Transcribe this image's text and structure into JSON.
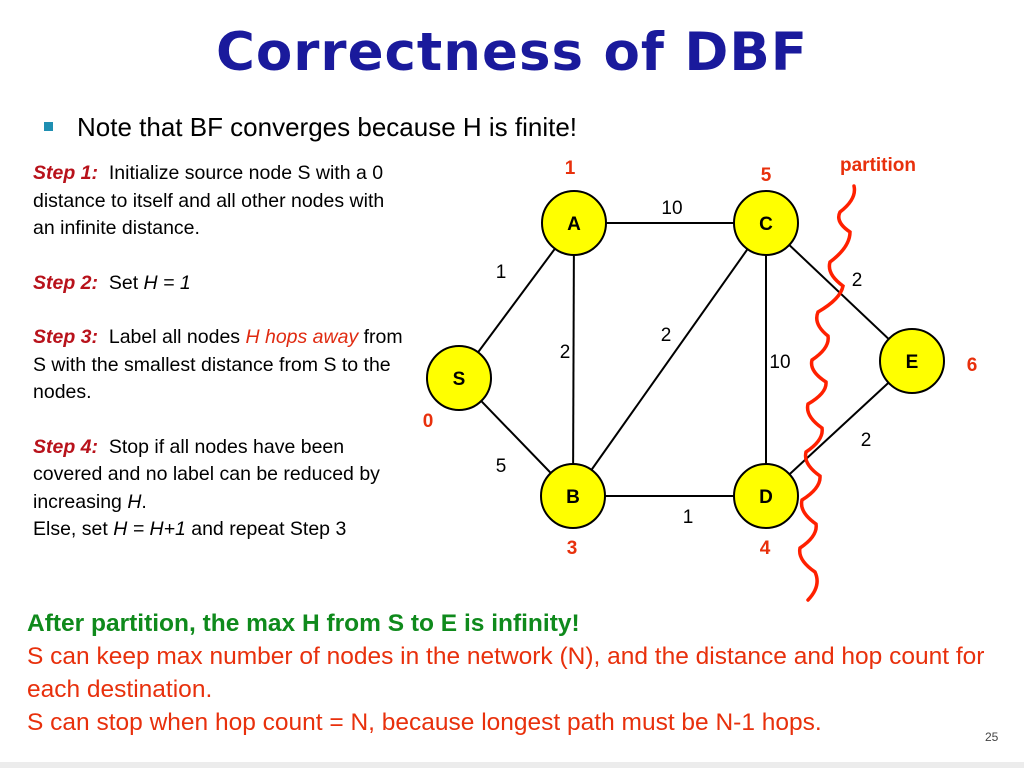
{
  "title": "Correctness of DBF",
  "bullet": "Note that BF converges because H is finite!",
  "steps": [
    {
      "label": "Step 1:",
      "parts": [
        {
          "text": "Initialize source node S with a 0 distance to itself and all other  nodes with an infinite distance.",
          "style": ""
        }
      ]
    },
    {
      "label": "Step 2:",
      "parts": [
        {
          "text": "Set ",
          "style": ""
        },
        {
          "text": "H = 1",
          "style": "it"
        }
      ]
    },
    {
      "label": "Step 3:",
      "parts": [
        {
          "text": "Label all nodes ",
          "style": ""
        },
        {
          "text": "H hops away",
          "style": "red-it"
        },
        {
          "text": "  from S with the smallest distance from S to the nodes.",
          "style": ""
        }
      ]
    },
    {
      "label": "Step 4:",
      "parts": [
        {
          "text": "Stop if all nodes have been covered and no label can be reduced by increasing ",
          "style": ""
        },
        {
          "text": "H",
          "style": "it"
        },
        {
          "text": ".",
          "style": ""
        },
        {
          "text": "Else, set ",
          "style": "",
          "newline": true
        },
        {
          "text": "H = H+1",
          "style": "it"
        },
        {
          "text": " and repeat Step 3",
          "style": ""
        }
      ]
    }
  ],
  "graph": {
    "node_fill": "#ffff00",
    "label_color": "#e8300c",
    "partition_color": "#ff2000",
    "partition_label": "partition",
    "nodes": [
      {
        "id": "S",
        "name": "S",
        "label": "0"
      },
      {
        "id": "A",
        "name": "A",
        "label": "1"
      },
      {
        "id": "B",
        "name": "B",
        "label": "3"
      },
      {
        "id": "C",
        "name": "C",
        "label": "5"
      },
      {
        "id": "D",
        "name": "D",
        "label": "4"
      },
      {
        "id": "E",
        "name": "E",
        "label": "6"
      }
    ],
    "edges": [
      {
        "from": "S",
        "to": "A",
        "weight": "1"
      },
      {
        "from": "S",
        "to": "B",
        "weight": "5"
      },
      {
        "from": "A",
        "to": "B",
        "weight": "2"
      },
      {
        "from": "A",
        "to": "C",
        "weight": "10"
      },
      {
        "from": "B",
        "to": "C",
        "weight": "2"
      },
      {
        "from": "B",
        "to": "D",
        "weight": "1"
      },
      {
        "from": "C",
        "to": "D",
        "weight": "10"
      },
      {
        "from": "C",
        "to": "E",
        "weight": "2"
      },
      {
        "from": "D",
        "to": "E",
        "weight": "2"
      }
    ]
  },
  "bottom": {
    "line1": "After partition, the max H from S to E is infinity!",
    "line2": "S can keep max number of nodes in the network (N), and the distance and hop count for each destination.",
    "line3": "S can stop when hop count = N, because longest path must be N-1 hops."
  },
  "page_number": "25"
}
